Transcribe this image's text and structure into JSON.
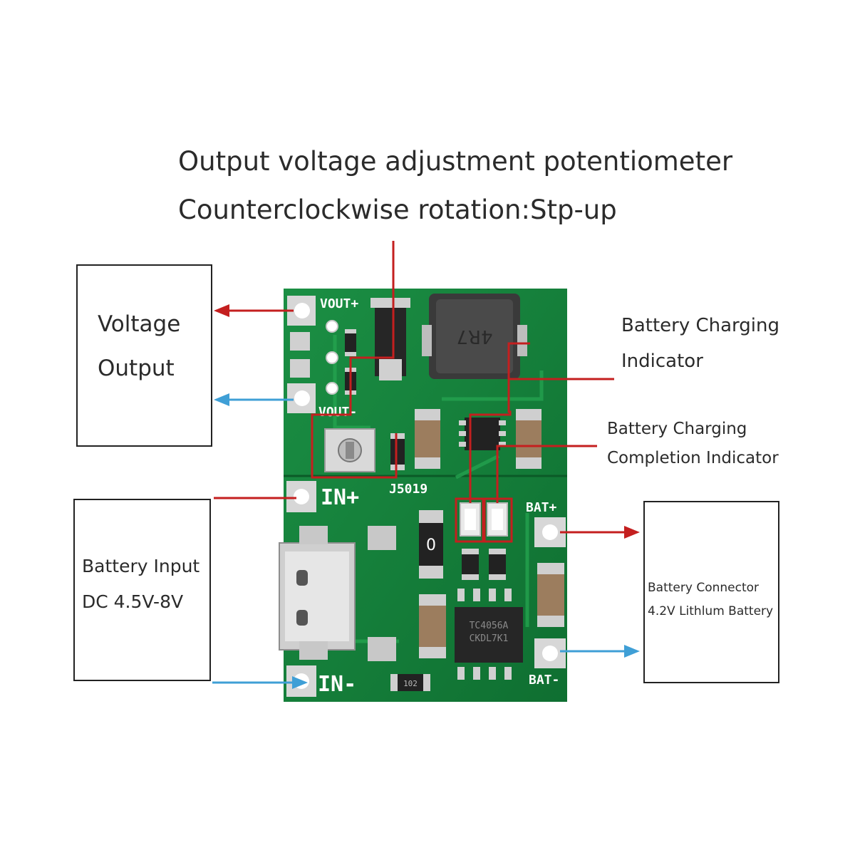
{
  "diagram": {
    "title_line1": "Output voltage adjustment potentiometer",
    "title_line2": "Counterclockwise rotation:Stp-up",
    "voltage_output": {
      "line1": "Voltage",
      "line2": "Output"
    },
    "battery_input": {
      "line1": "Battery Input",
      "line2": "DC 4.5V-8V"
    },
    "battery_connector": {
      "line1": "Battery Connector",
      "line2": "4.2V Lithlum Battery"
    },
    "charging_indicator": {
      "line1": "Battery Charging",
      "line2": "Indicator"
    },
    "completion_indicator": {
      "line1": "Battery Charging",
      "line2": "Completion Indicator"
    }
  },
  "board": {
    "pin_vout_plus": "VOUT+",
    "pin_vout_minus": "VOUT-",
    "pin_in_plus": "IN+",
    "pin_in_minus": "IN-",
    "pin_bat_plus": "BAT+",
    "pin_bat_minus": "BAT-",
    "model": "J5019",
    "inductor_code": "4R7",
    "ic_marking_1": "TC4056A",
    "ic_marking_2": "CKDL7K1",
    "resistor_code": "102",
    "shunt_code": "0"
  },
  "colors": {
    "board_green": "#15803a",
    "arrow_red": "#c41f1f",
    "arrow_blue": "#3f9fd6"
  }
}
